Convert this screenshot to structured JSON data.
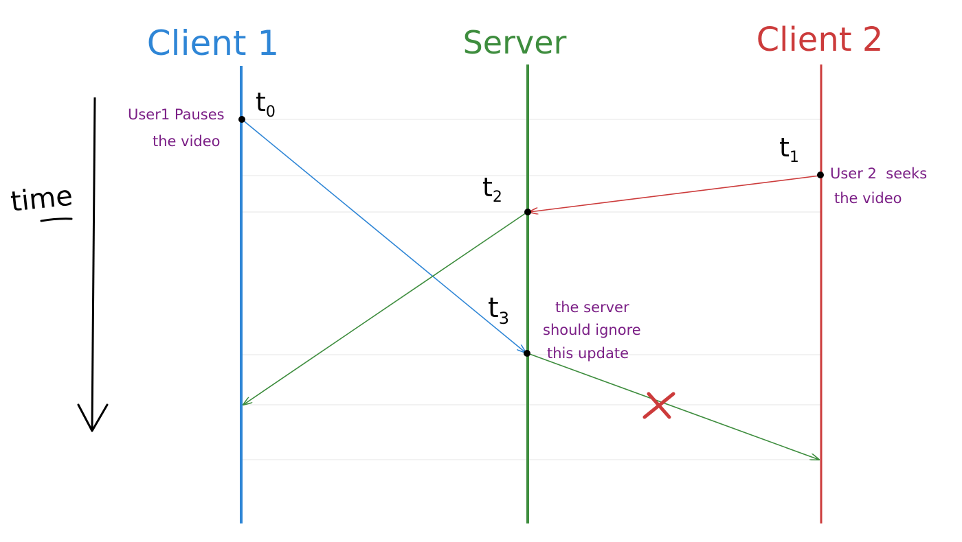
{
  "lanes": {
    "client1": {
      "label": "Client 1",
      "color": "#2f86d6"
    },
    "server": {
      "label": "Server",
      "color": "#3e8d3e"
    },
    "client2": {
      "label": "Client 2",
      "color": "#cc3b3b"
    }
  },
  "time_axis": {
    "label": "time",
    "color": "#000000"
  },
  "events": {
    "t0": {
      "main": "t",
      "sub": "0"
    },
    "t1": {
      "main": "t",
      "sub": "1"
    },
    "t2": {
      "main": "t",
      "sub": "2"
    },
    "t3": {
      "main": "t",
      "sub": "3"
    }
  },
  "annotations": {
    "user1_pauses": [
      "User1 Pauses",
      "the video"
    ],
    "user2_seeks": [
      "User 2  seeks",
      "the video"
    ],
    "server_ignore": [
      "the server",
      "should ignore",
      "this update"
    ],
    "color": "#7b1f86"
  },
  "messages": [
    {
      "name": "pause-message",
      "from": "Client 1",
      "to": "Server",
      "color": "#2f86d6"
    },
    {
      "name": "seek-message",
      "from": "Client 2",
      "to": "Server",
      "color": "#cc3b3b"
    },
    {
      "name": "seek-broadcast",
      "from": "Server",
      "to": "Client 1",
      "color": "#3e8d3e"
    },
    {
      "name": "ignored-pause-broadcast",
      "from": "Server",
      "to": "Client 2",
      "color": "#3e8d3e",
      "dropped": true
    }
  ],
  "drop_mark": {
    "color": "#cc3b3b"
  },
  "gridline_color": "#e6e6e6"
}
